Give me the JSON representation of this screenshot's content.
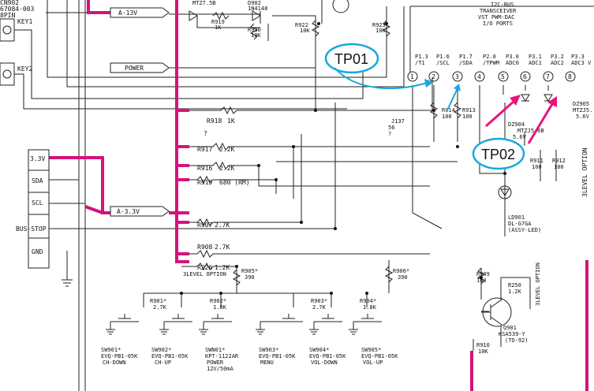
{
  "header": {
    "left_lines": [
      "CN902",
      "67084-003",
      "8PIN"
    ],
    "key1": "KEY1",
    "key2": "KEY2",
    "q_parts": [
      "MTZ7.5B",
      "D902",
      "1N4148"
    ],
    "r919": [
      "R919",
      "1K"
    ],
    "r920": [
      "R920",
      "10K"
    ],
    "r922": [
      "R922",
      "10K"
    ],
    "r923": [
      "R923",
      "10K"
    ]
  },
  "buses": {
    "a13v": "A-13V",
    "power": "POWER",
    "a33v": "A-3.3V"
  },
  "ic": {
    "title_lines": [
      "I2C-BUS",
      "TRANSCEIVER",
      "VST PWM-DAC",
      "I/O PORTS"
    ],
    "pins": [
      {
        "num": "1",
        "label": [
          "P1.3",
          "/T1"
        ]
      },
      {
        "num": "2",
        "label": [
          "P1.6",
          "/SCL"
        ]
      },
      {
        "num": "3",
        "label": [
          "P1.7",
          "/SDA"
        ]
      },
      {
        "num": "4",
        "label": [
          "P2.0",
          "/TPWM"
        ]
      },
      {
        "num": "5",
        "label": [
          "P3.0",
          "ADC0"
        ]
      },
      {
        "num": "6",
        "label": [
          "P3.1",
          "ADC1"
        ]
      },
      {
        "num": "7",
        "label": [
          "P3.2",
          "ADC2"
        ]
      },
      {
        "num": "8",
        "label": [
          "P3.3",
          "ADC3 V"
        ]
      }
    ]
  },
  "connector": {
    "pins": [
      "3.3V",
      "SDA",
      "SCL",
      "BUS-STOP",
      "GND"
    ]
  },
  "callouts": {
    "tp01": "TP01",
    "tp02": "TP02"
  },
  "resistors": {
    "r918": [
      "R918",
      "1K"
    ],
    "r917": [
      "R917",
      "2.2K"
    ],
    "r916": [
      "R916",
      "2.2K"
    ],
    "r915": [
      "R915",
      "680 (RM)"
    ],
    "r907": [
      "R907",
      "2.7K"
    ],
    "r908": [
      "R908",
      "2.7K"
    ],
    "r226": [
      "R226",
      "1.2K"
    ],
    "r226_note": "3LEVEL OPTION",
    "r914": [
      "R914",
      "100"
    ],
    "r913": [
      "R913",
      "100"
    ],
    "j137": [
      "J137",
      "56",
      "?"
    ],
    "r911": [
      "R911",
      "100"
    ],
    "r912": [
      "R912",
      "100"
    ],
    "r905": [
      "R905*",
      "390"
    ],
    "r906": [
      "R906*",
      "390"
    ],
    "r909": [
      "R909",
      "100"
    ],
    "r250": [
      "R250",
      "1.2K"
    ],
    "r250_note": "3LEVEL OPTION",
    "r910": [
      "R910",
      "10K"
    ],
    "r901": [
      "R901*",
      "2.7K"
    ],
    "r902": [
      "R902*",
      "1.8K"
    ],
    "r903": [
      "R903*",
      "2.7K"
    ],
    "r904": [
      "R904*",
      "1.8K"
    ],
    "q_mark": "?"
  },
  "diodes": {
    "dz904": [
      "DZ904",
      "MTZJ5.6B",
      "5.6V"
    ],
    "dz905": [
      "DZ905",
      "MTZJ5.",
      "5.6V"
    ]
  },
  "led": [
    "LD901",
    "DL-G7GA",
    "(ASSY-LED)"
  ],
  "transistor": [
    "Q901",
    "KSA539-Y",
    "(TO-92)"
  ],
  "switches": [
    {
      "lines": [
        "SW901*",
        "EVQ-PB1-05K",
        "CH-DOWN"
      ]
    },
    {
      "lines": [
        "SW902*",
        "EVQ-PB1-05K",
        "CH-UP"
      ]
    },
    {
      "lines": [
        "SWN01*",
        "KPT-1122AR",
        "POWER",
        "12V/50mA"
      ]
    },
    {
      "lines": [
        "SW903*",
        "EVQ-PB1-05K",
        "MENU"
      ]
    },
    {
      "lines": [
        "SW904*",
        "EVQ-PB1-05K",
        "VOL-DOWN"
      ]
    },
    {
      "lines": [
        "SW905*",
        "EVQ-PB1-05K",
        "VOL-UP"
      ]
    }
  ],
  "right_edge": "3LEVEL OPTION",
  "colors": {
    "trace": "#d6127b",
    "callout": "#1aa7e0",
    "arrow_tp01": "#1aa7e0",
    "arrow_tp02": "#e8147a"
  }
}
